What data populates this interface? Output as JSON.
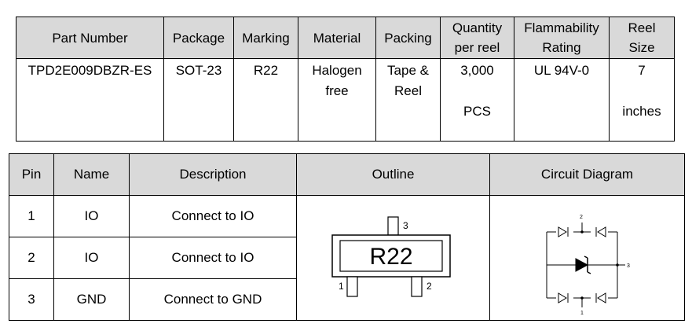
{
  "spec": {
    "headers": {
      "part_number": "Part Number",
      "package": "Package",
      "marking": "Marking",
      "material": "Material",
      "packing": "Packing",
      "quantity_line1": "Quantity",
      "quantity_line2": "per reel",
      "flammability_line1": "Flammability",
      "flammability_line2": "Rating",
      "reel_line1": "Reel",
      "reel_line2": "Size"
    },
    "row": {
      "part_number": "TPD2E009DBZR-ES",
      "package": "SOT-23",
      "marking": "R22",
      "material_line1": "Halogen",
      "material_line2": "free",
      "packing_line1": "Tape &",
      "packing_line2": "Reel",
      "quantity": "3,000",
      "quantity_unit": "PCS",
      "flammability": "UL 94V-0",
      "reel_size": "7",
      "reel_unit": "inches"
    }
  },
  "pins": {
    "headers": {
      "pin": "Pin",
      "name": "Name",
      "description": "Description",
      "outline": "Outline",
      "circuit": "Circuit Diagram"
    },
    "rows": [
      {
        "pin": "1",
        "name": "IO",
        "description": "Connect to IO"
      },
      {
        "pin": "2",
        "name": "IO",
        "description": "Connect to IO"
      },
      {
        "pin": "3",
        "name": "GND",
        "description": "Connect to GND"
      }
    ],
    "outline": {
      "marking": "R22",
      "pin1": "1",
      "pin2": "2",
      "pin3": "3"
    },
    "circuit": {
      "pin_top": "2",
      "pin_right": "3",
      "pin_bottom": "1"
    }
  }
}
